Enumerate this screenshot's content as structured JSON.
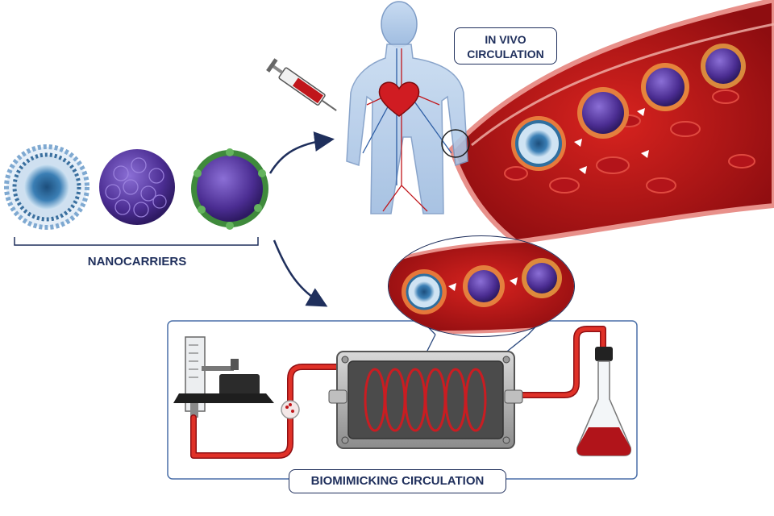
{
  "labels": {
    "in_vivo": "IN VIVO\nCIRCULATION",
    "nanocarriers": "NANOCARRIERS",
    "biomimicking": "BIOMIMICKING CIRCULATION"
  },
  "icons": [
    "liposome-icon",
    "polymer-nanoparticle-icon",
    "protein-corona-nanoparticle-icon",
    "syringe-icon",
    "human-body-icon",
    "heart-icon",
    "blood-vessel-icon",
    "pump-icon",
    "flow-chamber-icon",
    "flask-icon"
  ],
  "colors": {
    "navy": "#1f2f5c",
    "blood": "#c0161b",
    "vessel_wall": "#d9453d",
    "liposome": "#2f6f9f",
    "polymer": "#5b3fa3",
    "corona": "#3f8a3c",
    "body": "#a9c4e6"
  }
}
